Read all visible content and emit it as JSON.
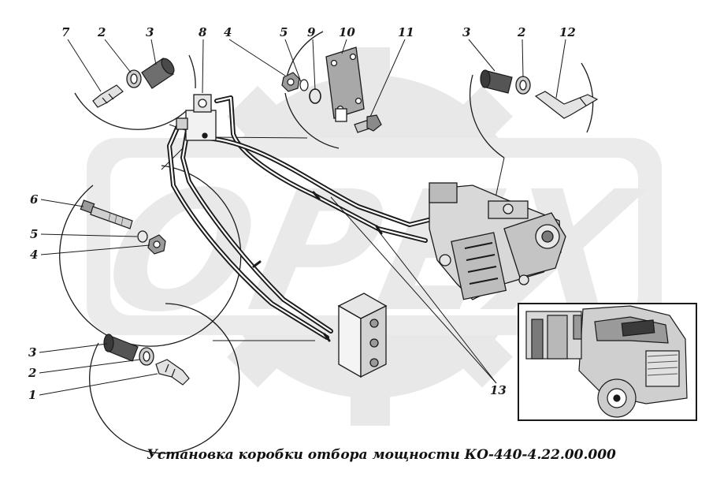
{
  "watermark": {
    "text": "OPEX",
    "color": "#d8d8d8"
  },
  "caption": "Установка коробки отбора мощности КО-440-4.22.00.000",
  "callouts": [
    {
      "id": "c7a",
      "text": "7"
    },
    {
      "id": "c2a",
      "text": "2"
    },
    {
      "id": "c3a",
      "text": "3"
    },
    {
      "id": "c8",
      "text": "8"
    },
    {
      "id": "c4a",
      "text": "4"
    },
    {
      "id": "c5a",
      "text": "5"
    },
    {
      "id": "c9",
      "text": "9"
    },
    {
      "id": "c10",
      "text": "10"
    },
    {
      "id": "c11",
      "text": "11"
    },
    {
      "id": "c3b",
      "text": "3"
    },
    {
      "id": "c2b",
      "text": "2"
    },
    {
      "id": "c12",
      "text": "12"
    },
    {
      "id": "c6",
      "text": "6"
    },
    {
      "id": "c5b",
      "text": "5"
    },
    {
      "id": "c4b",
      "text": "4"
    },
    {
      "id": "c3c",
      "text": "3"
    },
    {
      "id": "c2c",
      "text": "2"
    },
    {
      "id": "c1",
      "text": "1"
    },
    {
      "id": "c13",
      "text": "13"
    }
  ],
  "colors": {
    "ink": "#1a1a1a",
    "pipe": "#222222",
    "shade": "#9a9a9a"
  }
}
